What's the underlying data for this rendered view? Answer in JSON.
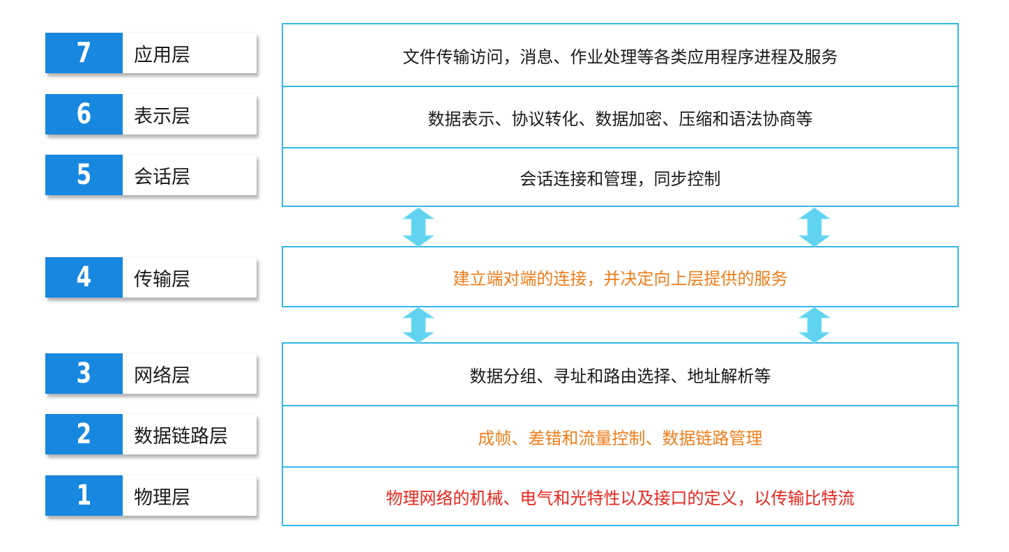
{
  "layers": [
    {
      "num": "7",
      "name": "应用层",
      "desc": "文件传输访问，消息、作业处理等各类应用程序进程及服务",
      "desc_color": "#1a1a1a"
    },
    {
      "num": "6",
      "name": "表示层",
      "desc": "数据表示、协议转化、数据加密、压缩和语法协商等",
      "desc_color": "#1a1a1a"
    },
    {
      "num": "5",
      "name": "会话层",
      "desc": "会话连接和管理，同步控制",
      "desc_color": "#1a1a1a"
    },
    {
      "num": "4",
      "name": "传输层",
      "desc": "建立端对端的连接，并决定向上层提供的服务",
      "desc_color": "#f07d1a"
    },
    {
      "num": "3",
      "name": "网络层",
      "desc": "数据分组、寻址和路由选择、地址解析等",
      "desc_color": "#1a1a1a"
    },
    {
      "num": "2",
      "name": "数据链路层",
      "desc": "成帧、差错和流量控制、数据链路管理",
      "desc_color": "#f07d1a"
    },
    {
      "num": "1",
      "name": "物理层",
      "desc": "物理网络的机械、电气和光特性以及接口的定义，以传输比特流",
      "desc_color": "#e8261e"
    }
  ],
  "colors": {
    "number_box": "#1787e0",
    "border": "#33b6ec",
    "arrow": "#5fd3ef"
  }
}
